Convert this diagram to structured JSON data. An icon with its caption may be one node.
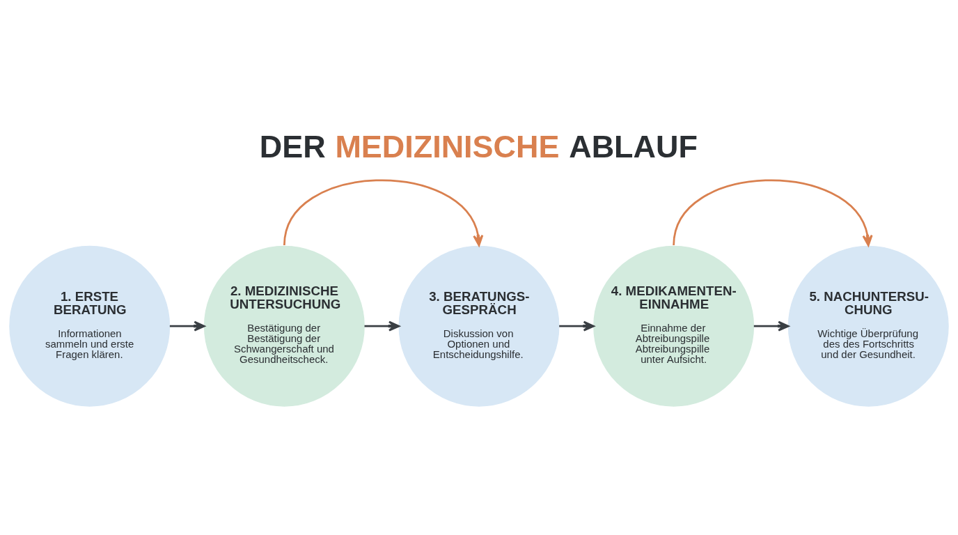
{
  "diagram": {
    "title": "DER MEDIZINISCHE ABLAUF",
    "nodes": [
      {
        "text": [
          "1. ERSTE BERATUNG",
          "Informationen sammeln und erste Fragen klären."
        ]
      },
      {
        "text": [
          "2. MEDIZINISCHE UNTERSUCHUNG",
          "Bestätigung der Bestätigung der Schwangerschaft und Gesundheitscheck."
        ]
      },
      {
        "text": [
          "3. BERATUNGS- GESPRÄCH",
          "Diskussion von Optionen und Entscheidungshilfe."
        ]
      },
      {
        "text": [
          "4. MEDIKAMENTEN- EINNAHME",
          "Einnahme der Abtreibungspille Abtreibungspille unter Aufsicht."
        ]
      },
      {
        "text": [
          "5. NACHUNTERSU- CHUNG",
          "Wichtige Überprüfung des des Fortschritts und der Gesundheit."
        ]
      }
    ],
    "edges": [
      {
        "from": 0,
        "to": 1,
        "arrow": "to"
      },
      {
        "from": 1,
        "to": 2,
        "arrow": "to"
      },
      {
        "from": 1,
        "to": 2,
        "arrow": "to",
        "color": "#d9804f"
      },
      {
        "from": 2,
        "to": 3,
        "arrow": "to"
      },
      {
        "from": 3,
        "to": 4,
        "arrow": "to"
      },
      {
        "from": 3,
        "to": 4,
        "arrow": "to",
        "color": "#d9804f"
      }
    ]
  }
}
